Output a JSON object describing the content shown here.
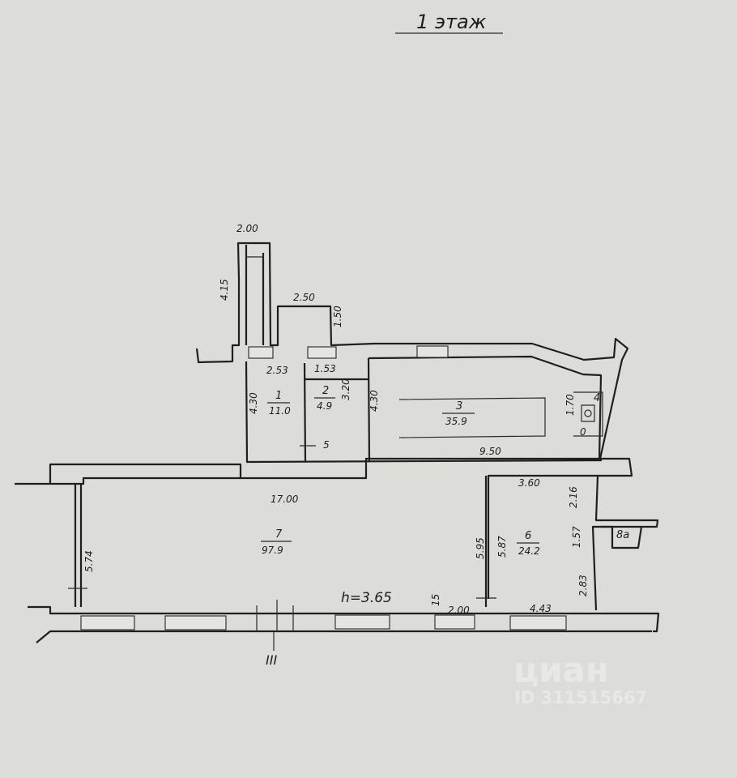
{
  "title": "1 этаж",
  "height_label": "h=3.65",
  "axis_label": "III",
  "dimensions": {
    "d_200_top": "2.00",
    "d_415": "4.15",
    "d_250": "2.50",
    "d_150": "1.50",
    "d_253": "2.53",
    "d_153": "1.53",
    "d_430_left": "4.30",
    "d_320": "3.20",
    "d_430_right": "4.30",
    "d_5": "5",
    "d_950": "9.50",
    "d_1700": "17.00",
    "d_360": "3.60",
    "d_216": "2.16",
    "d_170": "1.70",
    "d_157": "1.57",
    "d_574": "5.74",
    "d_595": "5.95",
    "d_587": "5.87",
    "d_283": "2.83",
    "d_200_bottom": "2.00",
    "d_15": "15",
    "d_443": "4.43",
    "d_0": "0"
  },
  "rooms": [
    {
      "no": "1",
      "area": "11.0"
    },
    {
      "no": "2",
      "area": "4.9"
    },
    {
      "no": "3",
      "area": "35.9"
    },
    {
      "no": "4",
      "area": ""
    },
    {
      "no": "6",
      "area": "24.2"
    },
    {
      "no": "7",
      "area": "97.9"
    },
    {
      "no": "8a",
      "area": ""
    }
  ],
  "watermark": {
    "logo": "циан",
    "id": "ID 311515667"
  }
}
